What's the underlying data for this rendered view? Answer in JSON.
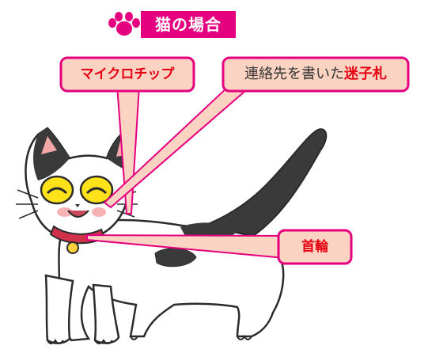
{
  "title": "猫の場合",
  "labels": {
    "microchip": "マイクロチップ",
    "tag_prefix": "連絡先を書いた",
    "tag_highlight": "迷子札",
    "collar": "首輪"
  },
  "colors": {
    "accent": "#e5007f",
    "callout_fill": "#fbd3c2",
    "callout_border": "#e5007f",
    "label_text_red": "#e60012",
    "label_text_dark": "#333333",
    "cat_outline": "#2b2b2b",
    "cat_patch": "#3a3a3a",
    "cat_eyes": "#ffe21a",
    "collar": "#d1304a"
  },
  "icons": [
    "paw-icon"
  ]
}
